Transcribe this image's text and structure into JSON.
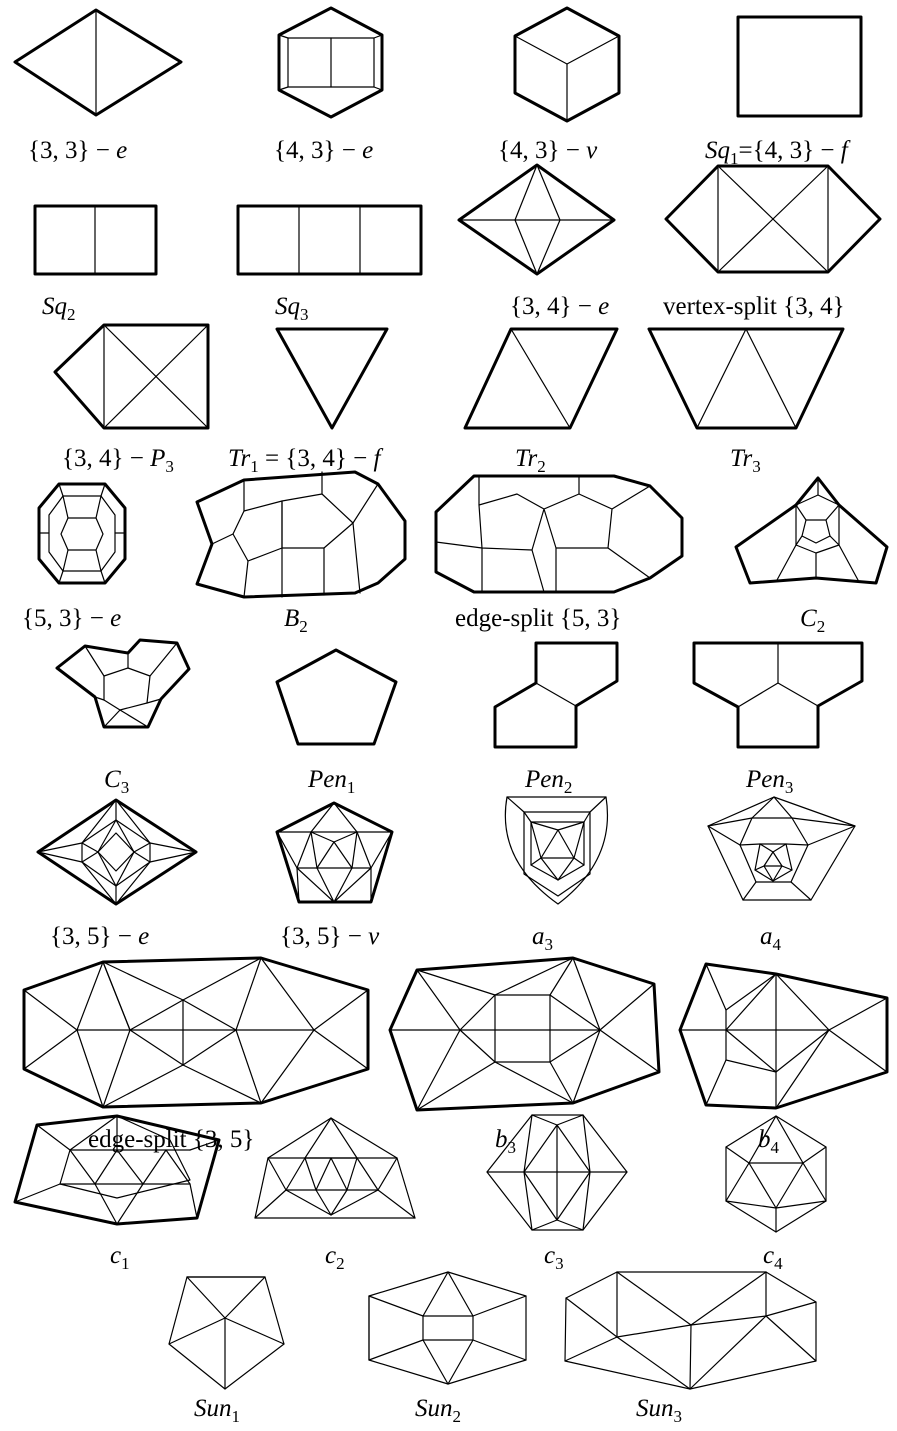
{
  "labels": {
    "l01": {
      "a": "{3, 3} − ",
      "b": "e"
    },
    "l02": {
      "a": "{4, 3} − ",
      "b": "e"
    },
    "l03": {
      "a": "{4, 3} − ",
      "b": "v"
    },
    "l04": {
      "a": "Sq",
      "s": "1",
      "b": "={4, 3} − ",
      "c": "f"
    },
    "l05": {
      "a": "Sq",
      "s": "2"
    },
    "l06": {
      "a": "Sq",
      "s": "3"
    },
    "l07": {
      "a": "{3, 4} − ",
      "b": "e"
    },
    "l08": {
      "a": "vertex-split {3, 4}"
    },
    "l09": {
      "a": "{3, 4} − ",
      "b": "P",
      "s": "3"
    },
    "l10": {
      "a": "Tr",
      "s": "1",
      "b": " = {3, 4} − ",
      "c": "f"
    },
    "l11": {
      "a": "Tr",
      "s": "2"
    },
    "l12": {
      "a": "Tr",
      "s": "3"
    },
    "l13": {
      "a": "{5, 3} − ",
      "b": "e"
    },
    "l14": {
      "a": "B",
      "s": "2"
    },
    "l15": {
      "a": "edge-split {5, 3}"
    },
    "l16": {
      "a": "C",
      "s": "2"
    },
    "l17": {
      "a": "C",
      "s": "3"
    },
    "l18": {
      "a": "Pen",
      "s": "1"
    },
    "l19": {
      "a": "Pen",
      "s": "2"
    },
    "l20": {
      "a": "Pen",
      "s": "3"
    },
    "l21": {
      "a": "{3, 5} − ",
      "b": "e"
    },
    "l22": {
      "a": "{3, 5} − ",
      "b": "v"
    },
    "l23": {
      "a": "a",
      "s": "3"
    },
    "l24": {
      "a": "a",
      "s": "4"
    },
    "l25": {
      "a": "edge-split {3, 5}"
    },
    "l26": {
      "a": "b",
      "s": "3"
    },
    "l27": {
      "a": "b",
      "s": "4"
    },
    "l28": {
      "a": "c",
      "s": "1"
    },
    "l29": {
      "a": "c",
      "s": "2"
    },
    "l30": {
      "a": "c",
      "s": "3"
    },
    "l31": {
      "a": "c",
      "s": "4"
    },
    "l32": {
      "a": "Sun",
      "s": "1"
    },
    "l33": {
      "a": "Sun",
      "s": "2"
    },
    "l34": {
      "a": "Sun",
      "s": "3"
    }
  }
}
